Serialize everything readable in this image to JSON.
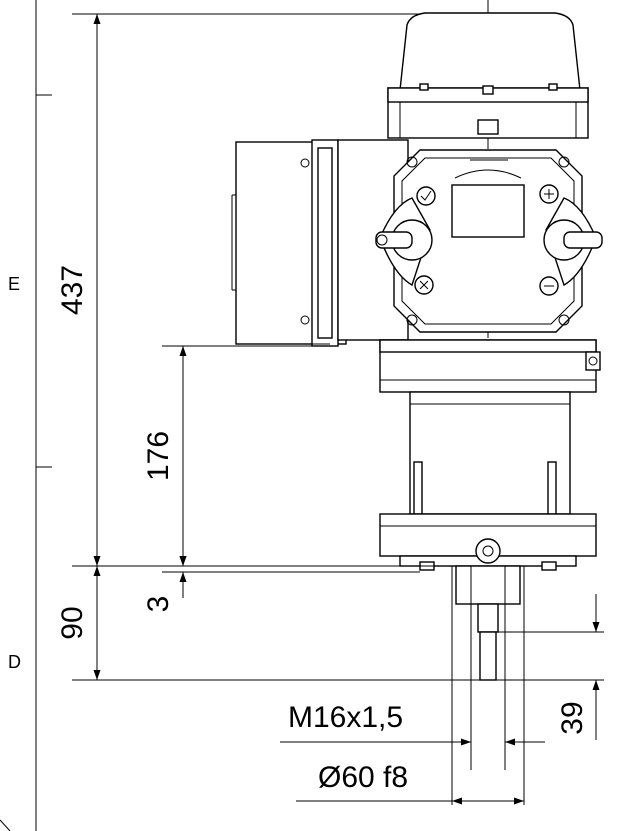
{
  "zones": {
    "upper": "E",
    "lower": "D"
  },
  "dimensions": {
    "overall_height": "437",
    "flange_height": "176",
    "flange_offset": "3",
    "shaft_length": "90",
    "thread_length": "39",
    "thread_size": "M16x1,5",
    "shaft_diameter": "Ø60 f8"
  },
  "icons": [
    "check-icon",
    "cross-icon",
    "plus-icon",
    "minus-icon",
    "local-mode-icon",
    "remote-mode-icon"
  ]
}
